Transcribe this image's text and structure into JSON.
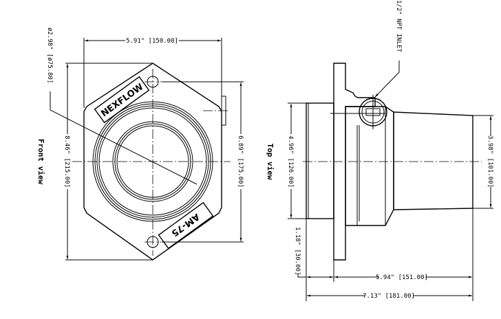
{
  "front_view": {
    "label": "Front view",
    "brand": "NEXFLOW",
    "model": "AM-75",
    "dim_width": "5.91\" [150.00]",
    "dim_height": "8.46\" [215.00]",
    "dim_bolt_spacing": "6.89\" [175.00]",
    "dim_diameter": "ø2.98\" [ø75.80]"
  },
  "top_view": {
    "label": "Top view",
    "inlet_note": "1/2\" NPT INLET",
    "dim_hub": "4.96\" [126.00]",
    "dim_outlet": "3.98\" [101.00]",
    "dim_hub_length": "1.18\" [30.00]",
    "dim_body_length": "5.94\" [151.00]",
    "dim_overall_length": "7.13\" [181.00]"
  }
}
